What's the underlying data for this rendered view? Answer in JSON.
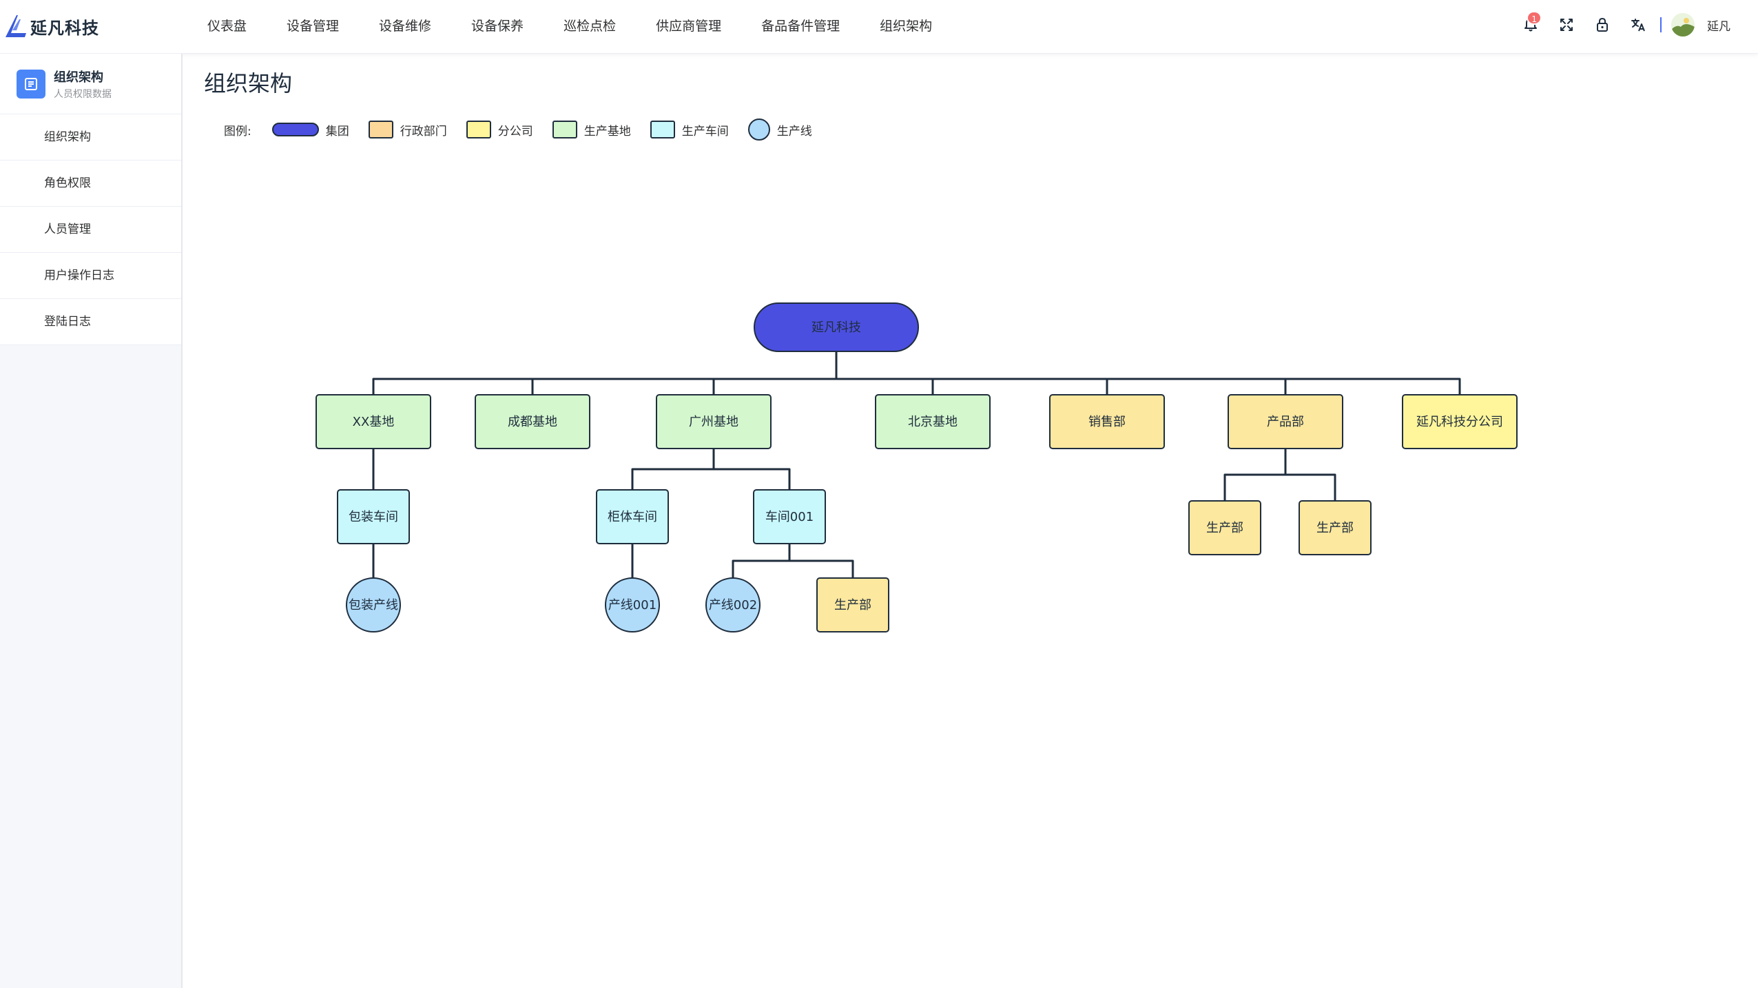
{
  "app": {
    "logo_text": "延凡科技",
    "nav": [
      "仪表盘",
      "设备管理",
      "设备维修",
      "设备保养",
      "巡检点检",
      "供应商管理",
      "备品备件管理",
      "组织架构"
    ],
    "notification_count": "1",
    "username": "延凡"
  },
  "sidebar": {
    "title": "组织架构",
    "subtitle": "人员权限数据",
    "items": [
      "组织架构",
      "角色权限",
      "人员管理",
      "用户操作日志",
      "登陆日志"
    ]
  },
  "page": {
    "title": "组织架构",
    "legend_label": "图例:",
    "legend": [
      {
        "label": "集团",
        "shape": "pill",
        "color": "#4b4fe0"
      },
      {
        "label": "行政部门",
        "shape": "rect",
        "color": "#fbd89a"
      },
      {
        "label": "分公司",
        "shape": "rect",
        "color": "#fff59a"
      },
      {
        "label": "生产基地",
        "shape": "rect",
        "color": "#d4f7cd"
      },
      {
        "label": "生产车间",
        "shape": "rect",
        "color": "#c8f8fb"
      },
      {
        "label": "生产线",
        "shape": "circle",
        "color": "#b0dcfa"
      }
    ]
  },
  "org": {
    "colors": {
      "group": "#4b4fe0",
      "dept": "#fce89e",
      "branch": "#fff59a",
      "base": "#d4f7cd",
      "workshop": "#c8f8fb",
      "line": "#b0dcfa",
      "stroke": "#1f2d3d"
    },
    "root": {
      "label": "延凡科技",
      "type": "group",
      "children": [
        {
          "label": "XX基地",
          "type": "base",
          "children": [
            {
              "label": "包装车间",
              "type": "workshop",
              "children": [
                {
                  "label": "包装产线",
                  "type": "line"
                }
              ]
            }
          ]
        },
        {
          "label": "成都基地",
          "type": "base"
        },
        {
          "label": "广州基地",
          "type": "base",
          "children": [
            {
              "label": "柜体车间",
              "type": "workshop",
              "children": [
                {
                  "label": "产线001",
                  "type": "line"
                }
              ]
            },
            {
              "label": "车间001",
              "type": "workshop",
              "children": [
                {
                  "label": "产线002",
                  "type": "line"
                },
                {
                  "label": "生产部",
                  "type": "dept"
                }
              ]
            }
          ]
        },
        {
          "label": "北京基地",
          "type": "base"
        },
        {
          "label": "销售部",
          "type": "dept"
        },
        {
          "label": "产品部",
          "type": "dept",
          "children": [
            {
              "label": "生产部",
              "type": "dept"
            },
            {
              "label": "生产部",
              "type": "dept"
            }
          ]
        },
        {
          "label": "延凡科技分公司",
          "type": "branch"
        }
      ]
    }
  }
}
